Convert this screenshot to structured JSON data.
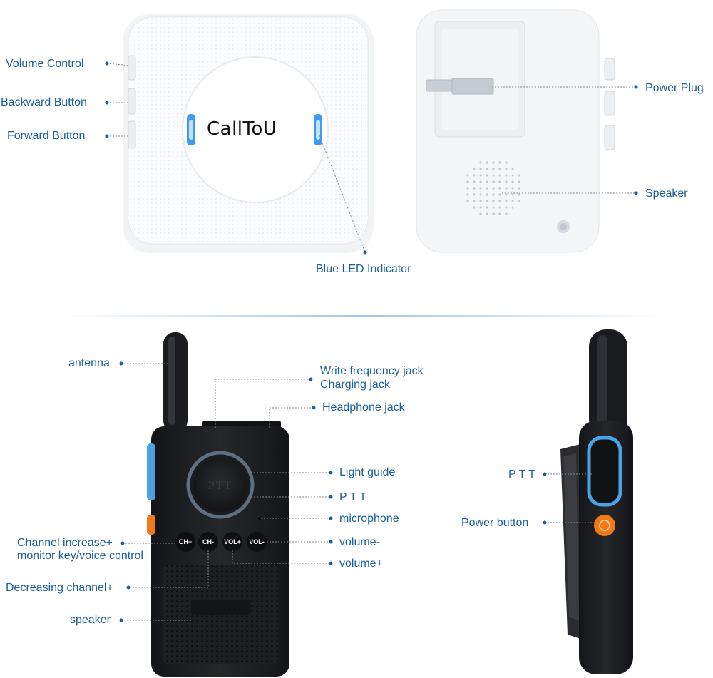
{
  "doorbell": {
    "brand": "CallToU",
    "labels": {
      "volume_control": "Volume Control",
      "backward_button": "Backward Button",
      "forward_button": "Forward Button",
      "blue_led": "Blue LED Indicator",
      "power_plug": "Power Plug",
      "speaker": "Speaker"
    }
  },
  "radio_front": {
    "labels": {
      "antenna": "antenna",
      "write_frequency": "Write frequency jack",
      "charging": "Charging jack",
      "headphone": "Headphone jack",
      "light_guide": "Light guide",
      "ptt": "P T T",
      "microphone": "microphone",
      "channel_increase": "Channel increase+",
      "monitor_key": "monitor key/voice control",
      "volume_minus": "volume-",
      "volume_plus": "volume+",
      "decreasing_channel": "Decreasing channel+",
      "speaker": "speaker"
    },
    "buttons": {
      "ch_plus": "CH+",
      "ch_minus": "CH-",
      "vol_plus": "VOL+",
      "vol_minus": "VOL-",
      "ptt_face": "PTT"
    }
  },
  "radio_side": {
    "labels": {
      "ptt": "P T T",
      "power_button": "Power button"
    }
  },
  "colors": {
    "label_blue": "#1a5f9a",
    "led_blue": "#2f8de0",
    "power_orange": "#f07a1a",
    "radio_body": "#1c1d20"
  }
}
